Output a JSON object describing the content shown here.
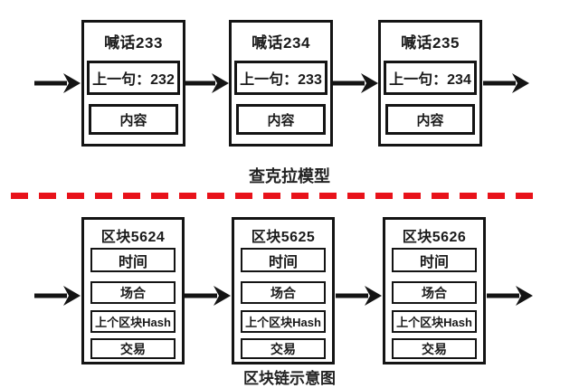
{
  "chakra": {
    "caption": "查克拉模型",
    "nodes": [
      {
        "title": "喊话233",
        "prev": "上一句：232",
        "content": "内容"
      },
      {
        "title": "喊话234",
        "prev": "上一句：233",
        "content": "内容"
      },
      {
        "title": "喊话235",
        "prev": "上一句：234",
        "content": "内容"
      }
    ]
  },
  "blockchain": {
    "caption": "区块链示意图",
    "nodes": [
      {
        "title": "区块5624",
        "fields": [
          "时间",
          "场合",
          "上个区块Hash",
          "交易"
        ]
      },
      {
        "title": "区块5625",
        "fields": [
          "时间",
          "场合",
          "上个区块Hash",
          "交易"
        ]
      },
      {
        "title": "区块5626",
        "fields": [
          "时间",
          "场合",
          "上个区块Hash",
          "交易"
        ]
      }
    ]
  },
  "colors": {
    "line_black": "#141414",
    "divider_red": "#e8121a",
    "background": "#ffffff"
  }
}
